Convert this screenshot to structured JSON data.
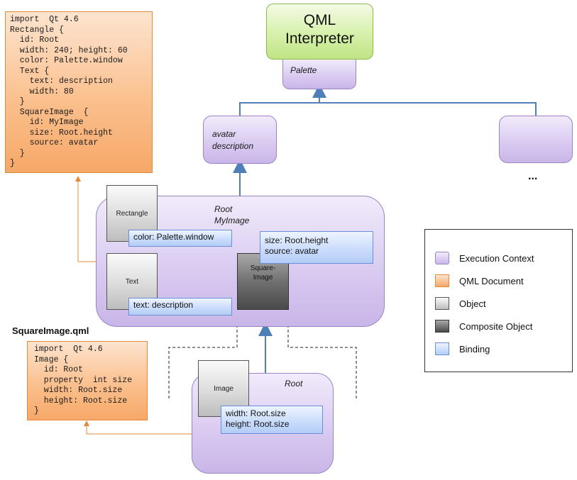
{
  "interpreter": {
    "title_line1": "QML",
    "title_line2": "Interpreter",
    "palette": "Palette"
  },
  "top_context": {
    "line1": "avatar",
    "line2": "description"
  },
  "ellipsis": "...",
  "main_document_code": "import  Qt 4.6\nRectangle {\n  id: Root\n  width: 240; height: 60\n  color: Palette.window\n  Text {\n    text: description\n    width: 80\n  }\n  SquareImage  {\n    id: MyImage\n    size: Root.height\n    source: avatar\n  }\n}",
  "main_context": {
    "ids_line1": "Root",
    "ids_line2": "MyImage",
    "rectangle": "Rectangle",
    "text_object": "Text",
    "square_image_line1": "Square-",
    "square_image_line2": "Image",
    "binding_color": "color: Palette.window",
    "binding_text": "text: description",
    "binding_size_line1": "size: Root.height",
    "binding_size_line2": "source: avatar"
  },
  "squareimage_file": {
    "label": "SquareImage.qml",
    "code": "import  Qt 4.6\nImage {\n  id: Root\n  property  int size\n  width: Root.size\n  height: Root.size\n}"
  },
  "image_context": {
    "root_label": "Root",
    "image_object": "Image",
    "binding_line1": "width: Root.size",
    "binding_line2": "height: Root.size"
  },
  "legend": {
    "items": [
      {
        "label": "Execution Context",
        "color": "#d8c9f0",
        "border": "#9b84c4"
      },
      {
        "label": "QML Document",
        "color": "#fbc08e",
        "border": "#e38a3a"
      },
      {
        "label": "Object",
        "color": "#dcdcdc",
        "border": "#555555"
      },
      {
        "label": "Composite Object",
        "color": "#707070",
        "border": "#333333"
      },
      {
        "label": "Binding",
        "color": "#c8dbfb",
        "border": "#6b8fd6"
      }
    ]
  }
}
